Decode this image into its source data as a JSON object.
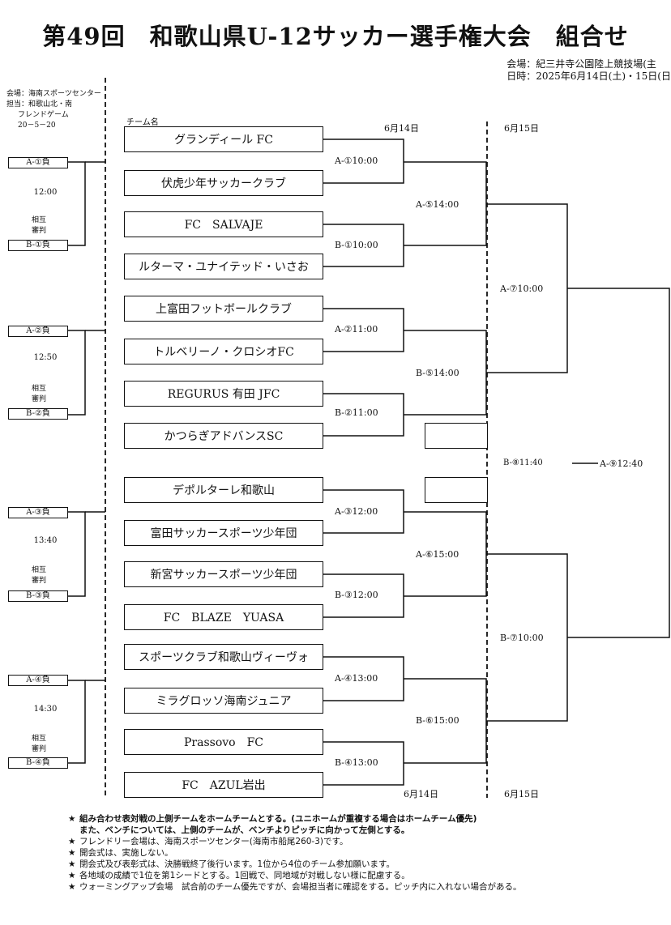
{
  "title": "第49回　和歌山県U-12サッカー選手権大会　組合せ",
  "venue_line": "会場：紀三井寺公園陸上競技場(主",
  "date_line": "日時：2025年6月14日(土)・15日(日",
  "friendly": {
    "venue": "会場：海南スポーツセンター",
    "charge": "担当：和歌山北・南",
    "game": "フレンドゲーム",
    "format": "20－5－20"
  },
  "team_header": "チーム名",
  "dates": {
    "d1_top": "6月14日",
    "d2_top": "6月15日",
    "d1_bottom": "6月14日",
    "d2_bottom": "6月15日"
  },
  "teams": [
    "グランディール FC",
    "伏虎少年サッカークラブ",
    "FC　SALVAJE",
    "ルターマ・ユナイテッド・いさお",
    "上富田フットボールクラブ",
    "トルベリーノ・クロシオFC",
    "REGURUS 有田 JFC",
    "かつらぎアドバンスSC",
    "デポルターレ和歌山",
    "富田サッカースポーツ少年団",
    "新宮サッカースポーツ少年団",
    "FC　BLAZE　YUASA",
    "スポーツクラブ和歌山ヴィーヴォ",
    "ミラグロッソ海南ジュニア",
    "Prassovo　FC",
    "FC　AZUL岩出"
  ],
  "round1": [
    "A-①10:00",
    "B-①10:00",
    "A-②11:00",
    "B-②11:00",
    "A-③12:00",
    "B-③12:00",
    "A-④13:00",
    "B-④13:00"
  ],
  "round2": [
    "A-⑤14:00",
    "B-⑤14:00",
    "A-⑥15:00",
    "B-⑥15:00"
  ],
  "round3": [
    "A-⑦10:00",
    "B-⑦10:00"
  ],
  "third_place": "B-⑧11:40",
  "final": "A-⑨12:40",
  "friendly_groups": [
    {
      "a": "A-①負",
      "time": "12:00",
      "ref1": "相互",
      "ref2": "審判",
      "b": "B-①負"
    },
    {
      "a": "A-②負",
      "time": "12:50",
      "ref1": "相互",
      "ref2": "審判",
      "b": "B-②負"
    },
    {
      "a": "A-③負",
      "time": "13:40",
      "ref1": "相互",
      "ref2": "審判",
      "b": "B-③負"
    },
    {
      "a": "A-④負",
      "time": "14:30",
      "ref1": "相互",
      "ref2": "審判",
      "b": "B-④負"
    }
  ],
  "notes": [
    "組み合わせ表対戦の上側チームをホームチームとする。(ユニホームが重複する場合はホームチーム優先)",
    "また、ベンチについては、上側のチームが、ベンチよりピッチに向かって左側とする。",
    "フレンドリー会場は、海南スポーツセンター(海南市船尾260-3)です。",
    "開会式は、実施しない。",
    "閉会式及び表彰式は、決勝戦終了後行います。1位から4位のチーム参加願います。",
    "各地域の成績で1位を第1シードとする。1回戦で、同地域が対戦しない様に配慮する。",
    "ウォーミングアップ会場　試合前のチーム優先ですが、会場担当者に確認をする。ピッチ内に入れない場合がある。"
  ]
}
